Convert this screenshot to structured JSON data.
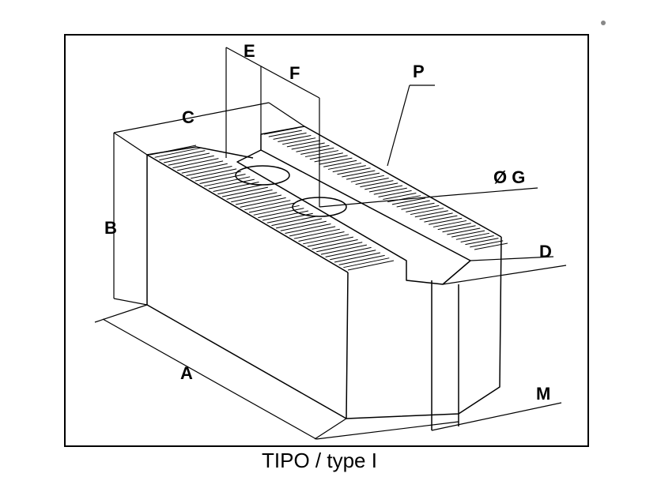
{
  "labels": {
    "a": "A",
    "b": "B",
    "c": "C",
    "d": "D",
    "e": "E",
    "f": "F",
    "g": "Ø G",
    "m": "M",
    "p": "P"
  },
  "caption": "TIPO / type  I"
}
